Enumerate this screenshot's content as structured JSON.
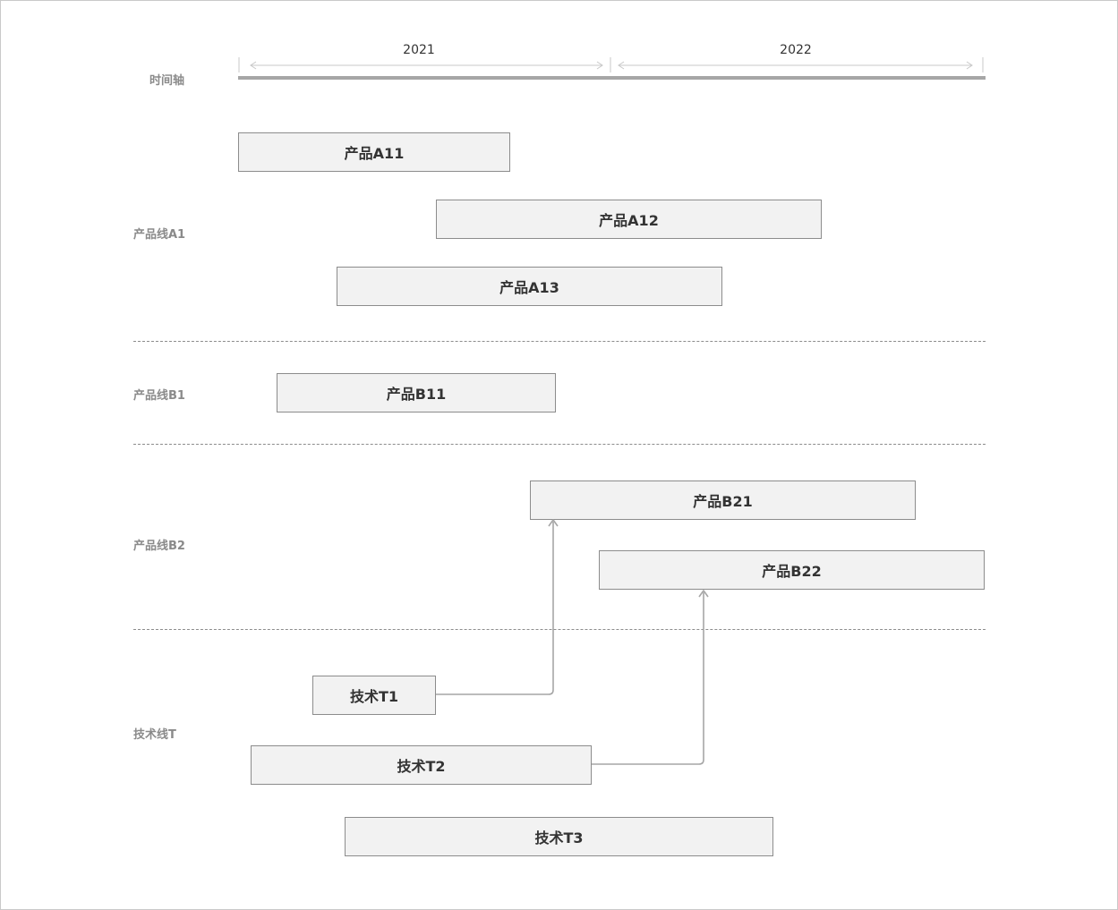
{
  "timeline": {
    "label": "时间轴",
    "years": [
      "2021",
      "2022"
    ]
  },
  "rows": [
    {
      "label": "产品线A1",
      "tasks": [
        "产品A11",
        "产品A12",
        "产品A13"
      ]
    },
    {
      "label": "产品线B1",
      "tasks": [
        "产品B11"
      ]
    },
    {
      "label": "产品线B2",
      "tasks": [
        "产品B21",
        "产品B22"
      ]
    },
    {
      "label": "技术线T",
      "tasks": [
        "技术T1",
        "技术T2",
        "技术T3"
      ]
    }
  ],
  "dependencies": [
    {
      "from": "技术T1",
      "to": "产品B21"
    },
    {
      "from": "技术T2",
      "to": "产品B22"
    }
  ],
  "colors": {
    "box_fill": "#f2f2f2",
    "box_border": "#8c8c8c",
    "connector": "#a6a6a6",
    "row_label": "#8a8a8a"
  }
}
